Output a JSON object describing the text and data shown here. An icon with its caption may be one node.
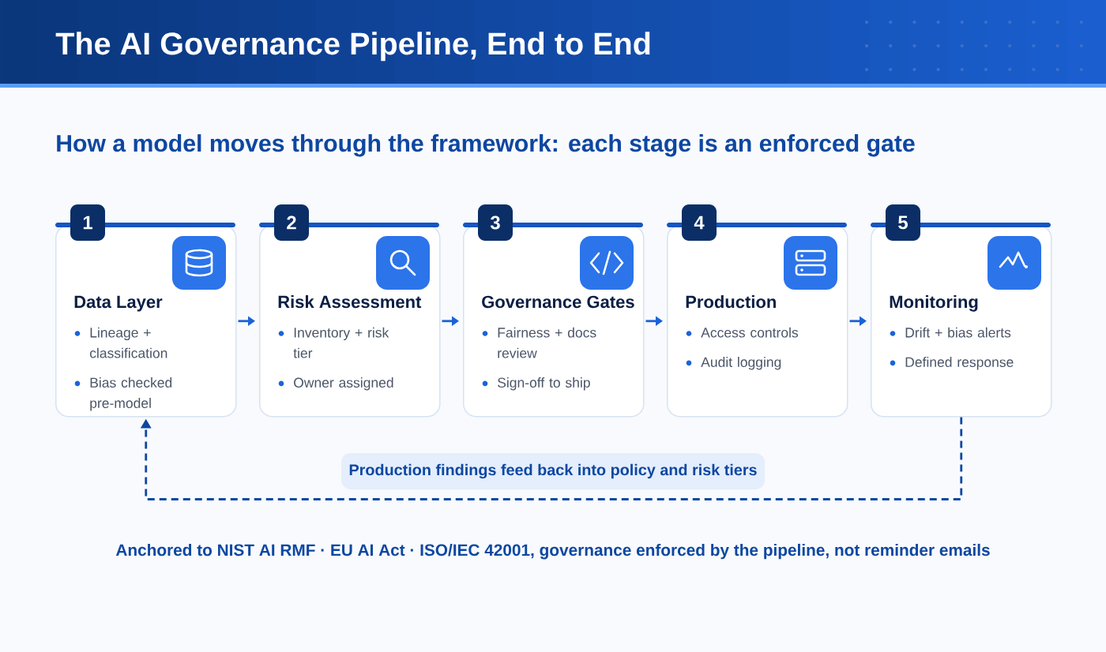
{
  "diagram": {
    "title": "The AI Governance Pipeline, End to End",
    "caption": "Anchored to NIST AI RMF · EU AI Act · ISO/IEC 42001, governance enforced by the pipeline, not reminder emails",
    "nodes": [
      {
        "text": [
          "1",
          "Data Layer",
          "Lineage + classification",
          "Bias checked pre-model"
        ]
      },
      {
        "text": [
          "2",
          "Risk Assessment",
          "Inventory + risk tier",
          "Owner assigned"
        ]
      },
      {
        "text": [
          "3",
          "Governance Gates",
          "Fairness + docs review",
          "Sign-off to ship"
        ]
      },
      {
        "text": [
          "4",
          "Production",
          "Access controls",
          "Audit logging"
        ]
      },
      {
        "text": [
          "5",
          "Monitoring",
          "Drift + bias alerts",
          "Defined response"
        ]
      },
      {
        "text": [
          "Production findings feed back into policy and risk tiers"
        ]
      }
    ],
    "edges": [
      {
        "from": 0,
        "to": 1,
        "arrow": "to"
      },
      {
        "from": 1,
        "to": 2,
        "arrow": "to"
      },
      {
        "from": 2,
        "to": 3,
        "arrow": "to"
      },
      {
        "from": 3,
        "to": 4,
        "arrow": "to"
      },
      {
        "from": 4,
        "to": 0,
        "arrow": "to",
        "style": "dashed",
        "color": "#0d47a1"
      }
    ],
    "labels": [
      "How a model moves through the framework: each stage is an enforced gate"
    ]
  }
}
